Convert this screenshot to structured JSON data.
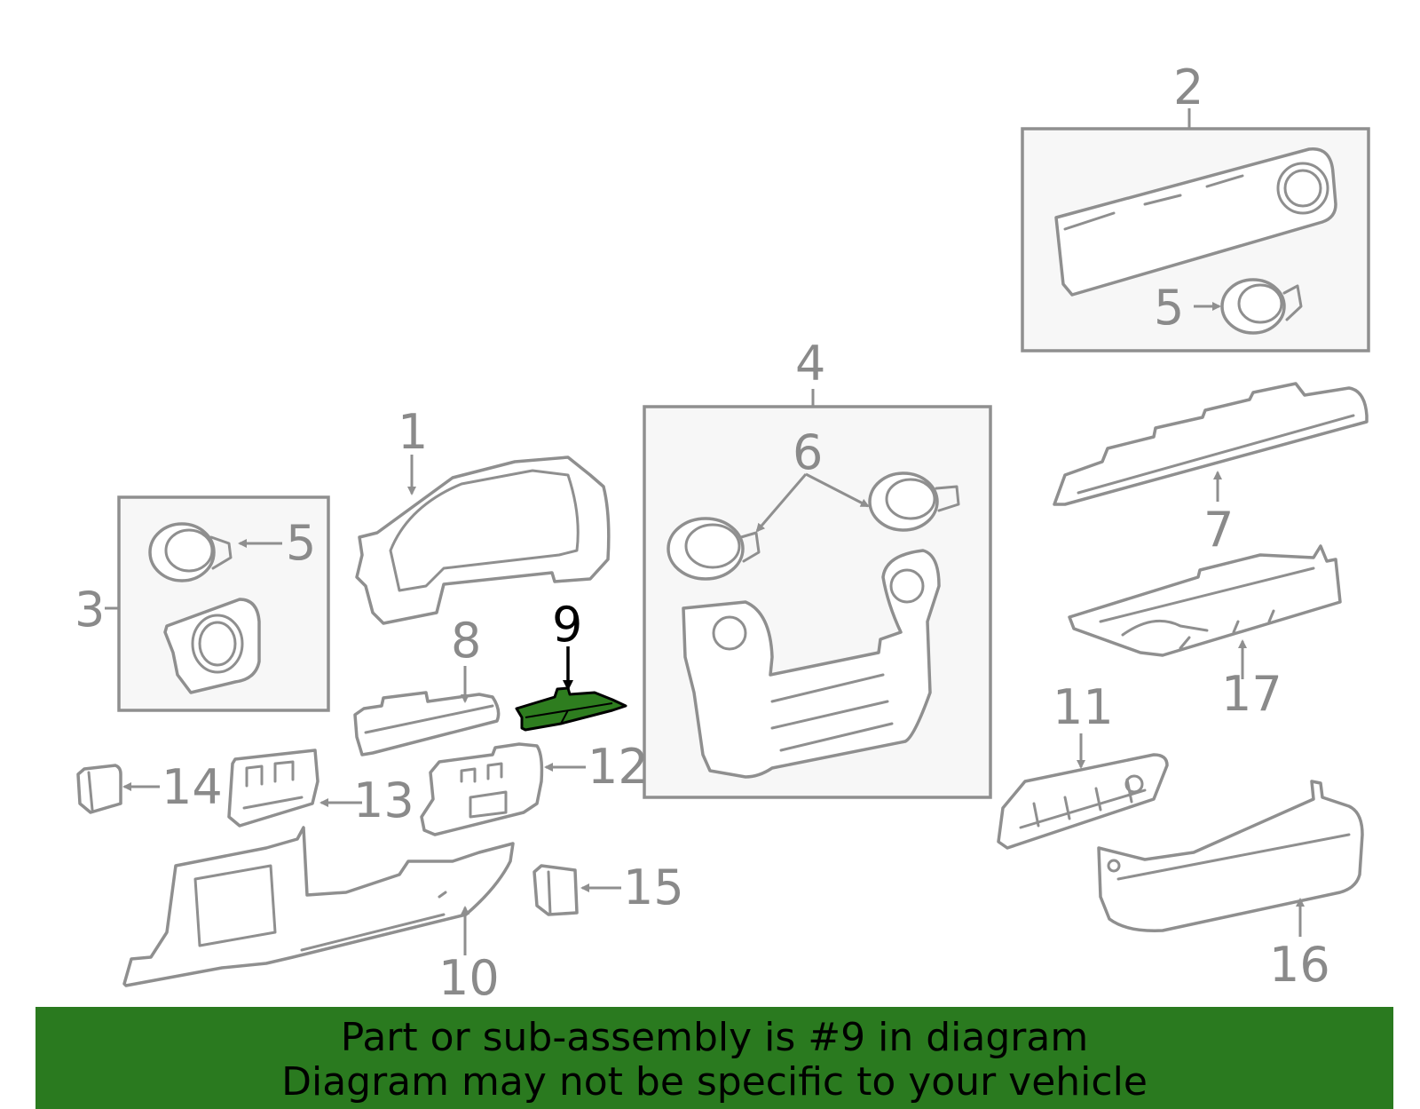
{
  "labels": {
    "p1": "1",
    "p2": "2",
    "p3": "3",
    "p4": "4",
    "p5a": "5",
    "p5b": "5",
    "p6": "6",
    "p7": "7",
    "p8": "8",
    "p9": "9",
    "p10": "10",
    "p11": "11",
    "p12": "12",
    "p13": "13",
    "p14": "14",
    "p15": "15",
    "p16": "16",
    "p17": "17"
  },
  "highlighted_part": "9",
  "colors": {
    "highlight": "#2e7d1f",
    "banner": "#2a7a1f",
    "line": "#8f8f8f"
  },
  "banner": {
    "line1": "Part or sub-assembly is #9 in diagram",
    "line2": "Diagram may not be specific to your vehicle"
  }
}
